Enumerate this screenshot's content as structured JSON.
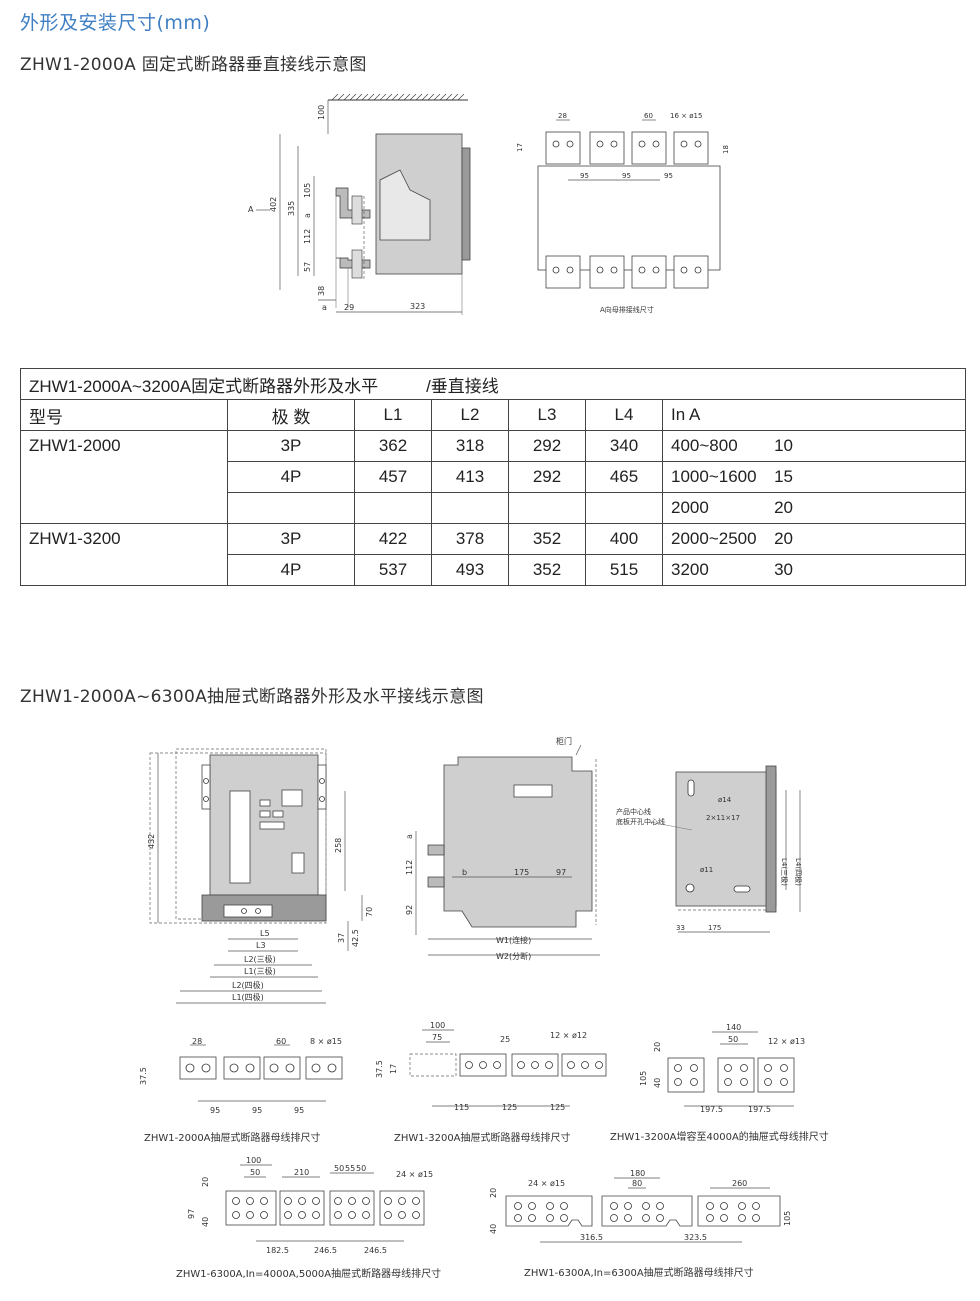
{
  "heading": "外形及安装尺寸(mm)",
  "section1": {
    "title": "ZHW1-2000A 固定式断路器垂直接线示意图",
    "side_view": {
      "dims": [
        "100",
        "402",
        "335",
        "105",
        "a",
        "112",
        "57",
        "38",
        "a",
        "29",
        "323"
      ],
      "view_marker": "A"
    },
    "busbar_view": {
      "dims": [
        "28",
        "60",
        "16 × ø15",
        "17",
        "18",
        "95",
        "95",
        "95"
      ],
      "caption": "A向母排接线尺寸"
    }
  },
  "spec_table": {
    "title_left": "ZHW1-2000A~3200A固定式断路器外形及水平",
    "title_right": "/垂直接线",
    "headers": [
      "型号",
      "极 数",
      "L1",
      "L2",
      "L3",
      "L4",
      "In  A"
    ],
    "rows": [
      {
        "model": "ZHW1-2000",
        "poles": "3P",
        "l1": "362",
        "l2": "318",
        "l3": "292",
        "l4": "340",
        "in_range": "400~800",
        "in_val": "10"
      },
      {
        "model": "",
        "poles": "4P",
        "l1": "457",
        "l2": "413",
        "l3": "292",
        "l4": "465",
        "in_range": "1000~1600",
        "in_val": "15"
      },
      {
        "model": "",
        "poles": "",
        "l1": "",
        "l2": "",
        "l3": "",
        "l4": "",
        "in_range": "2000",
        "in_val": "20"
      },
      {
        "model": "ZHW1-3200",
        "poles": "3P",
        "l1": "422",
        "l2": "378",
        "l3": "352",
        "l4": "400",
        "in_range": "2000~2500",
        "in_val": "20"
      },
      {
        "model": "",
        "poles": "4P",
        "l1": "537",
        "l2": "493",
        "l3": "352",
        "l4": "515",
        "in_range": "3200",
        "in_val": "30"
      }
    ]
  },
  "section2": {
    "title": "ZHW1-2000A~6300A抽屉式断路器外形及水平接线示意图",
    "front_view": {
      "dims": [
        "432",
        "258",
        "70",
        "42.5",
        "37"
      ],
      "labels": [
        "L5",
        "L3",
        "L2(三极)",
        "L1(三极)",
        "L2(四极)",
        "L1(四极)"
      ]
    },
    "side_view": {
      "door_label": "柜门",
      "dims": [
        "a",
        "112",
        "92",
        "b",
        "175",
        "97"
      ],
      "labels": [
        "W1(连接)",
        "W2(分断)"
      ]
    },
    "base_view": {
      "notes": [
        "产品中心线",
        "底板开孔中心线"
      ],
      "dims": [
        "ø14",
        "2×11×17",
        "ø11",
        "L4(三极)",
        "L4(四极)",
        "33",
        "175"
      ]
    },
    "busbars": [
      {
        "dims": [
          "28",
          "60",
          "8 × ø15",
          "37.5",
          "95",
          "95",
          "95"
        ],
        "caption": "ZHW1-2000A抽屉式断路器母线排尺寸"
      },
      {
        "dims": [
          "100",
          "75",
          "25",
          "12 × ø12",
          "37.5",
          "17",
          "115",
          "125",
          "125"
        ],
        "caption": "ZHW1-3200A抽屉式断路器母线排尺寸"
      },
      {
        "dims": [
          "140",
          "50",
          "12 × ø13",
          "20",
          "105",
          "40",
          "197.5",
          "197.5"
        ],
        "caption": "ZHW1-3200A增容至4000A的抽屉式母线排尺寸"
      },
      {
        "dims": [
          "100",
          "50",
          "210",
          "50",
          "55",
          "50",
          "24 × ø15",
          "20",
          "97",
          "40",
          "182.5",
          "246.5",
          "246.5"
        ],
        "caption": "ZHW1-6300A,In=4000A,5000A抽屉式断路器母线排尺寸"
      },
      {
        "dims": [
          "180",
          "80",
          "24 × ø15",
          "260",
          "20",
          "40",
          "105",
          "316.5",
          "323.5"
        ],
        "caption": "ZHW1-6300A,In=6300A抽屉式断路器母线排尺寸"
      }
    ]
  }
}
